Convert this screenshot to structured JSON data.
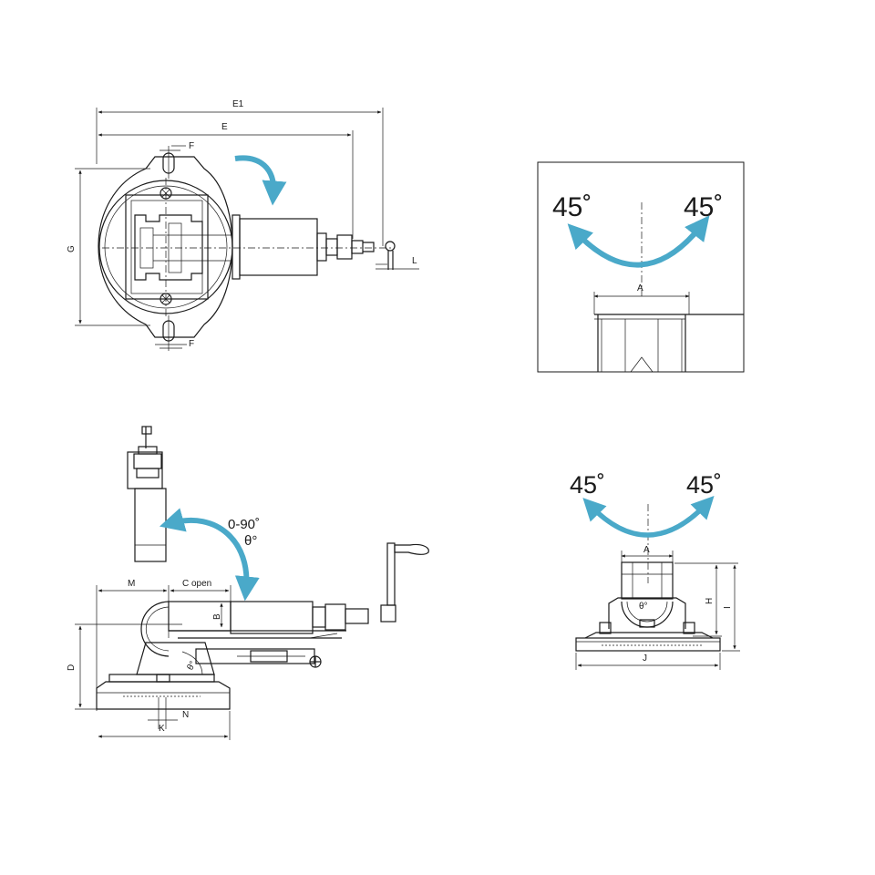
{
  "colors": {
    "line": "#1a1a1a",
    "arrow": "#4aa9c9",
    "background": "#ffffff"
  },
  "top_view": {
    "dim_E1": "E1",
    "dim_E": "E",
    "dim_F_top": "F",
    "dim_F_bottom": "F",
    "dim_G": "G",
    "dim_L": "L"
  },
  "swivel_detail": {
    "angle_left": "45˚",
    "angle_right": "45˚",
    "dim_A": "A"
  },
  "side_view": {
    "tilt_range": "0-90˚",
    "tilt_theta": "θ°",
    "dim_M": "M",
    "dim_C_open": "C open",
    "dim_B": "B",
    "dim_D": "D",
    "dim_N": "N",
    "dim_K": "K"
  },
  "end_view": {
    "angle_left": "45˚",
    "angle_right": "45˚",
    "dim_A": "A",
    "dim_H": "H",
    "dim_I": "I",
    "dim_J": "J",
    "theta": "θ°"
  }
}
